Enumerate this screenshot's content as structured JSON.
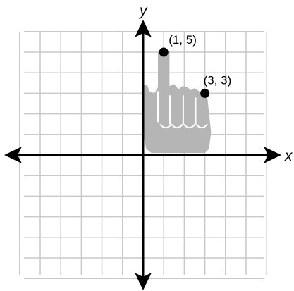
{
  "axes": {
    "x_label": "x",
    "y_label": "y",
    "x_range": [
      -6,
      6
    ],
    "y_range": [
      -6,
      6
    ],
    "grid": true,
    "grid_step": 1,
    "grid_color": "#c8c8c8",
    "axis_color": "#000000"
  },
  "hand": {
    "description_icon": "pointing-hand-icon",
    "color": "#b5b5b5"
  },
  "points": [
    {
      "label": "(1, 5)",
      "x": 1,
      "y": 5
    },
    {
      "label": "(3, 3)",
      "x": 3,
      "y": 3
    }
  ]
}
